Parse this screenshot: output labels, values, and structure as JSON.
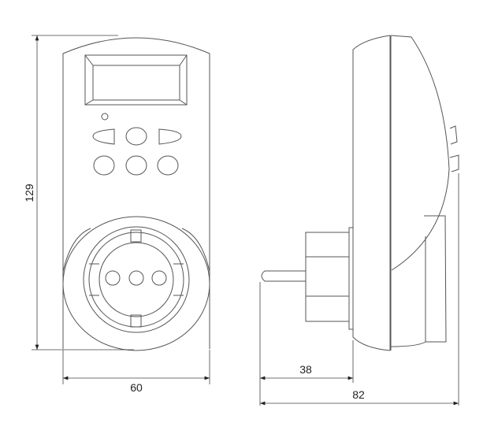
{
  "drawing": {
    "front_view": {
      "height_dimension": "129",
      "width_dimension": "60"
    },
    "side_view": {
      "plug_depth_dimension": "38",
      "total_depth_dimension": "82"
    },
    "line_color": "#555555"
  }
}
